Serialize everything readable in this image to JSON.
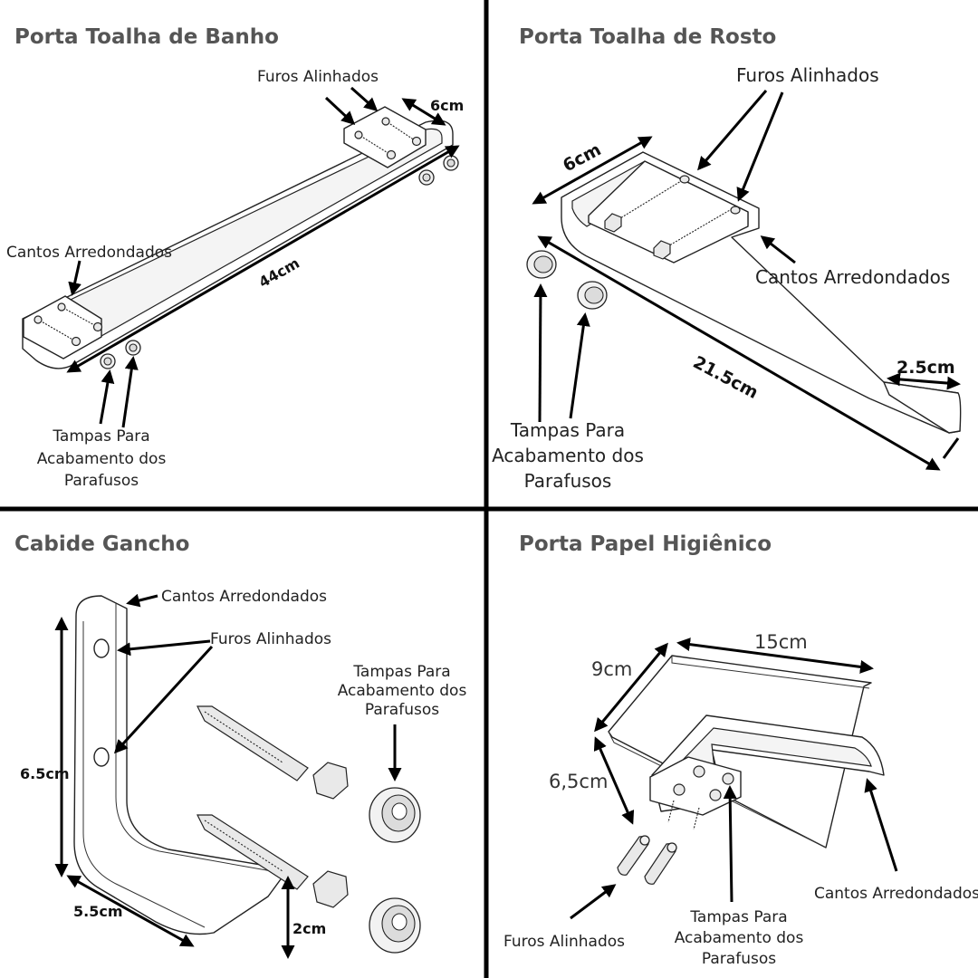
{
  "panels": {
    "bath": {
      "title": "Porta Toalha de Banho",
      "label_holes": "Furos Alinhados",
      "label_corners": "Cantos Arredondados",
      "label_caps": [
        "Tampas Para",
        "Acabamento dos",
        "Parafusos"
      ],
      "dim_width": "6cm",
      "dim_length": "44cm"
    },
    "face": {
      "title": "Porta Toalha de Rosto",
      "label_holes": "Furos Alinhados",
      "label_corners": "Cantos Arredondados",
      "label_caps": [
        "Tampas Para",
        "Acabamento dos",
        "Parafusos"
      ],
      "dim_width": "6cm",
      "dim_length": "21.5cm",
      "dim_tip": "2.5cm"
    },
    "hook": {
      "title": "Cabide Gancho",
      "label_corners": "Cantos Arredondados",
      "label_holes": "Furos Alinhados",
      "label_caps": [
        "Tampas Para",
        "Acabamento dos",
        "Parafusos"
      ],
      "dim_height": "6.5cm",
      "dim_depth": "5.5cm",
      "dim_thickness": "2cm"
    },
    "toilet": {
      "title": "Porta Papel Higiênico",
      "dim_width": "15cm",
      "dim_depth": "9cm",
      "dim_height": "6,5cm",
      "label_corners": "Cantos Arredondados",
      "label_holes": "Furos Alinhados",
      "label_caps": [
        "Tampas Para",
        "Acabamento dos",
        "Parafusos"
      ]
    }
  }
}
